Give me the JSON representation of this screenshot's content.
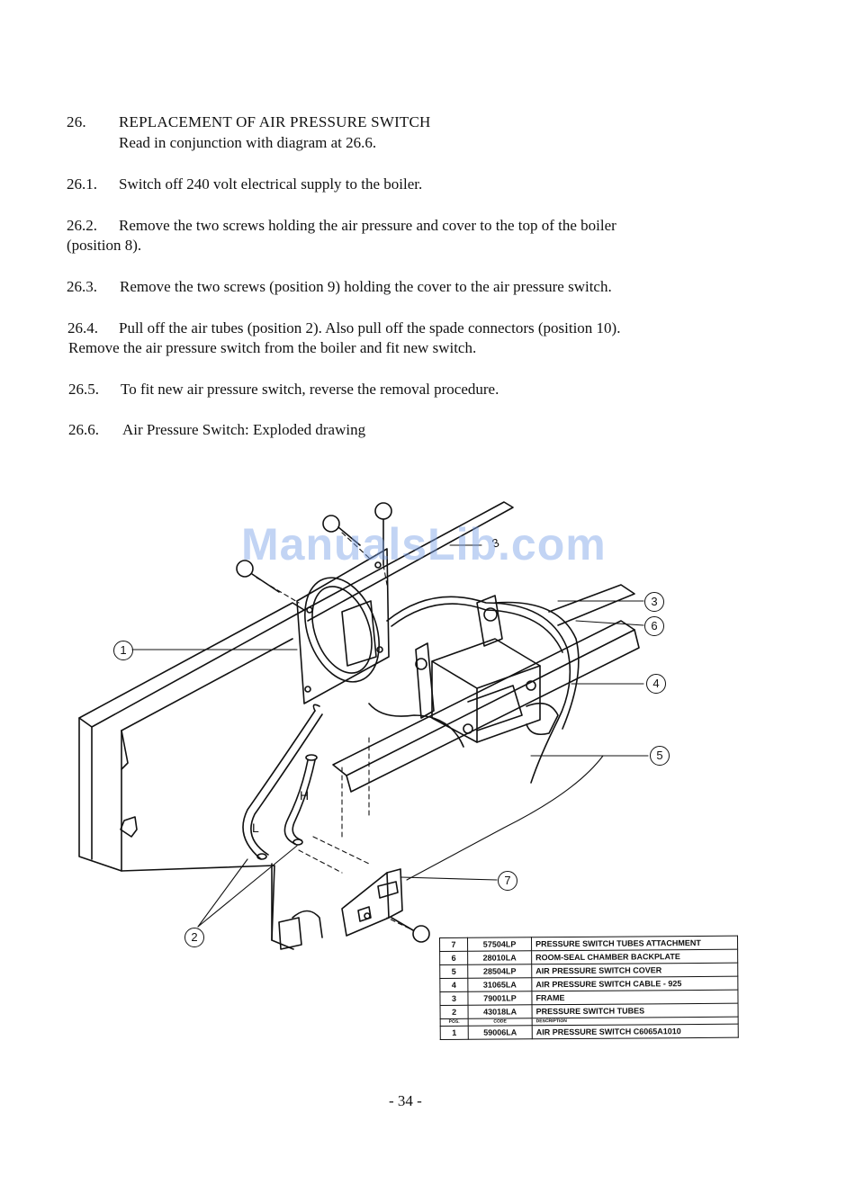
{
  "section": {
    "number": "26.",
    "title": "REPLACEMENT OF AIR PRESSURE SWITCH",
    "subtitle": "Read in conjunction with diagram at 26.6."
  },
  "steps": [
    {
      "num": "26.1.",
      "line1": "Switch off 240 volt electrical supply to the boiler.",
      "line2": ""
    },
    {
      "num": "26.2.",
      "line1": "Remove the two screws holding the air pressure and cover to the top of the boiler",
      "line2": "(position 8)."
    },
    {
      "num": "26.3.",
      "line1": "Remove the two screws (position 9) holding the cover to the air pressure switch.",
      "line2": ""
    },
    {
      "num": "26.4.",
      "line1": "Pull off the air tubes (position 2).  Also pull off the spade connectors (position 10).",
      "line2": "Remove the air pressure switch from the boiler and fit new switch."
    },
    {
      "num": "26.5.",
      "line1": "To fit new air pressure switch, reverse the removal procedure.",
      "line2": ""
    },
    {
      "num": "26.6.",
      "line1": "Air Pressure Switch:  Exploded drawing",
      "line2": ""
    }
  ],
  "watermark": "ManualsLib.com",
  "diagram": {
    "callouts": [
      "1",
      "2",
      "3",
      "3",
      "6",
      "4",
      "5",
      "7"
    ],
    "tube_labels": [
      "H",
      "L"
    ]
  },
  "parts_table": {
    "header": {
      "pos": "POS.",
      "code": "CODE",
      "desc": "DESCRIPTION"
    },
    "rows": [
      {
        "pos": "7",
        "code": "57504LP",
        "desc": "PRESSURE SWITCH TUBES ATTACHMENT"
      },
      {
        "pos": "6",
        "code": "28010LA",
        "desc": "ROOM-SEAL CHAMBER BACKPLATE"
      },
      {
        "pos": "5",
        "code": "28504LP",
        "desc": "AIR PRESSURE SWITCH COVER"
      },
      {
        "pos": "4",
        "code": "31065LA",
        "desc": "AIR PRESSURE SWITCH CABLE - 925"
      },
      {
        "pos": "3",
        "code": "79001LP",
        "desc": "FRAME"
      },
      {
        "pos": "2",
        "code": "43018LA",
        "desc": "PRESSURE SWITCH TUBES"
      },
      {
        "pos": "1",
        "code": "59006LA",
        "desc": "AIR PRESSURE SWITCH C6065A1010"
      }
    ]
  },
  "page_number": "- 34 -"
}
